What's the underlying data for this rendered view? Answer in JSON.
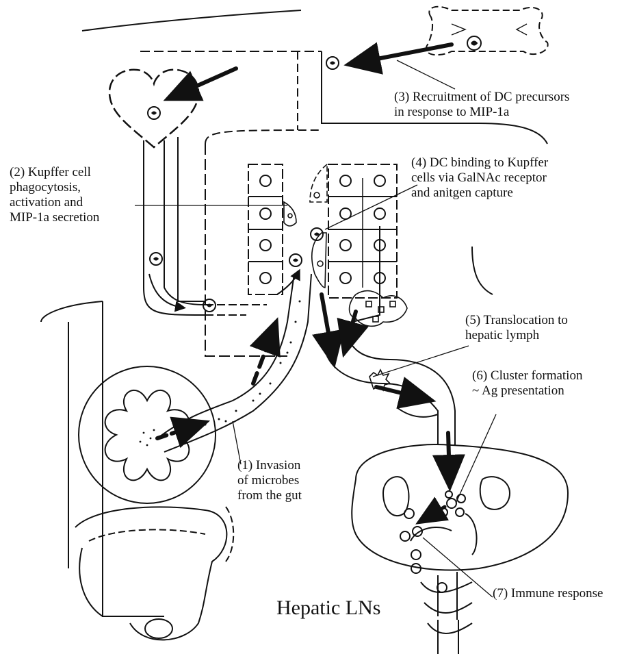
{
  "labels": {
    "step1": "(1) Invasion\nof microbes\nfrom the gut",
    "step2": "(2) Kupffer cell\nphagocytosis,\nactivation and\nMIP-1a secretion",
    "step3": "(3) Recruitment of DC precursors\nin response to MIP-1a",
    "step4": "(4) DC binding to Kupffer\ncells via GalNAc receptor\nand anitgen capture",
    "step5": "(5) Translocation to\nhepatic lymph",
    "step6": "(6) Cluster formation\n~ Ag presentation",
    "step7": "(7) Immune response",
    "hepatic_lns": "Hepatic LNs"
  },
  "icons": [
    "heart-icon",
    "bone-icon",
    "gut-icon",
    "lymph-node-icon",
    "dendritic-cell-icon",
    "kupffer-cell-icon"
  ],
  "colors": {
    "ink": "#111111",
    "paper": "#ffffff"
  }
}
